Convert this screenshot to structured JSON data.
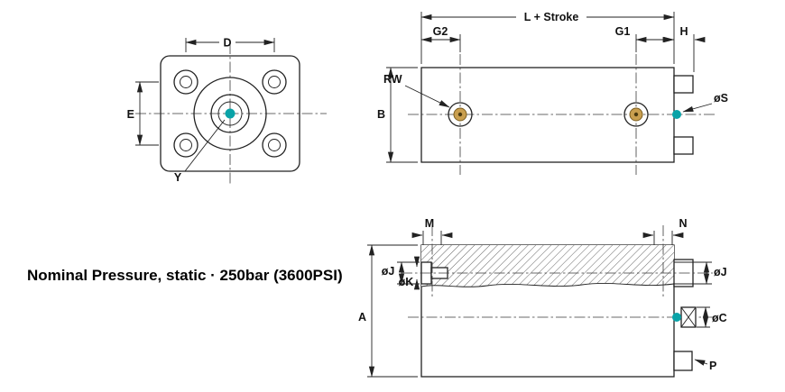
{
  "title": "Nominal Pressure, static · 250bar (3600PSI)",
  "colors": {
    "line": "#222222",
    "accent_teal": "#0aa3a8",
    "port_bronze": "#c99f4f"
  },
  "front_view": {
    "dim_d": "D",
    "dim_e": "E",
    "dim_y": "Y"
  },
  "side_view": {
    "dim_length": "L + Stroke",
    "dim_g2": "G2",
    "dim_g1": "G1",
    "dim_h": "H",
    "dim_rw": "RW",
    "dim_b": "B",
    "dim_os": "øS"
  },
  "section_view": {
    "dim_m": "M",
    "dim_n": "N",
    "dim_oj_left": "øJ",
    "dim_ok": "øK",
    "dim_a": "A",
    "dim_oj_right": "øJ",
    "dim_oc": "øC",
    "dim_p": "P"
  }
}
